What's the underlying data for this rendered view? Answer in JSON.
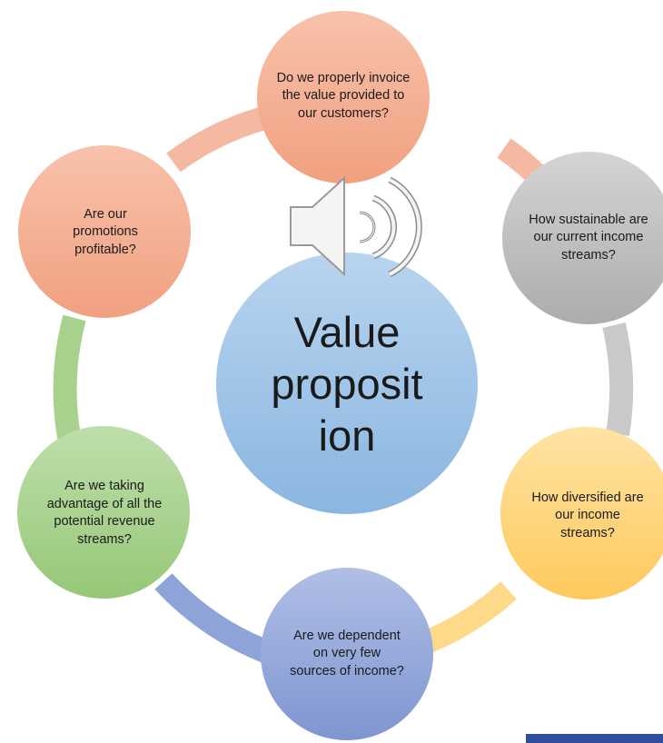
{
  "diagram": {
    "center": {
      "label": "Value proposit ion",
      "lines": [
        "Value",
        "proposit",
        "ion"
      ]
    },
    "nodes": [
      {
        "id": "invoicing",
        "label": "Do we properly invoice the value provided to our customers?",
        "color": "#f4a98a"
      },
      {
        "id": "sustainability",
        "label": "How sustainable are our current income streams?",
        "color": "#bfbfbf"
      },
      {
        "id": "diversification",
        "label": "How diversified are our income streams?",
        "color": "#ffd27a"
      },
      {
        "id": "dependence",
        "label": "Are we dependent on very few sources of income?",
        "color": "#8fa3d6"
      },
      {
        "id": "revenue",
        "label": "Are we taking advantage of all the potential revenue streams?",
        "color": "#a8d08d"
      },
      {
        "id": "promotions",
        "label": "Are our promotions profitable?",
        "color": "#f4a98a"
      }
    ],
    "ring_colors": [
      "#f5b8a0",
      "#c9c9c9",
      "#ffd98a",
      "#8ea3d8",
      "#a9d18e",
      "#f5b8a0"
    ],
    "center_color": "#9dc3e6",
    "overlay_icon": "speaker-icon",
    "accent": "#2f4f9e"
  }
}
